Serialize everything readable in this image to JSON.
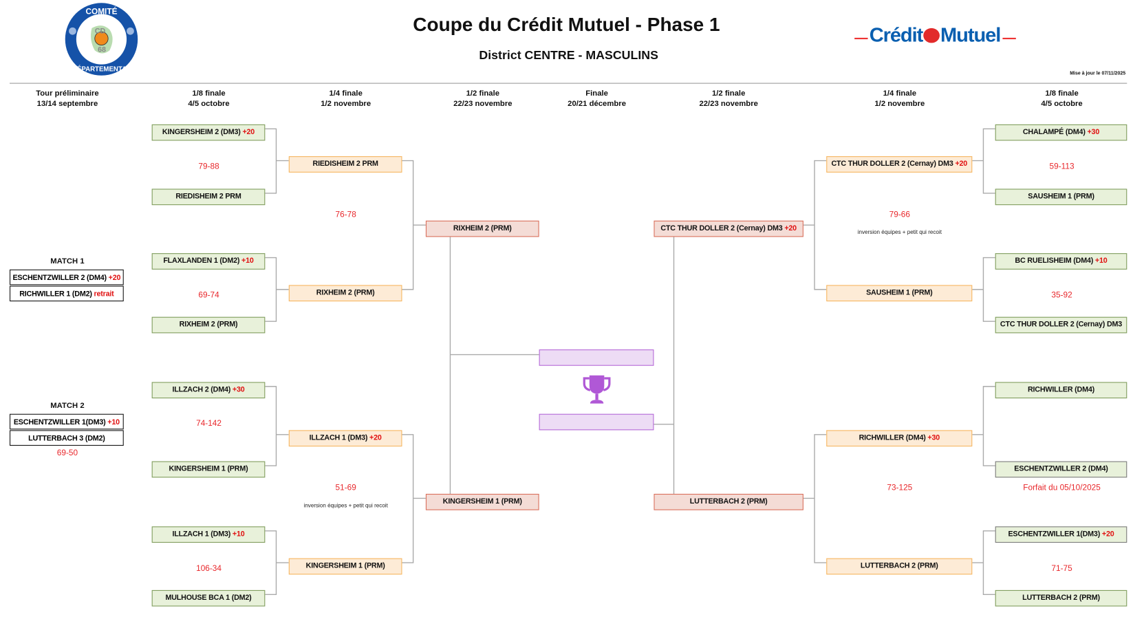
{
  "header": {
    "title": "Coupe du Crédit Mutuel - Phase 1",
    "subtitle": "District CENTRE - MASCULINS",
    "updated": "Mise à jour le 07/11/2025",
    "sponsor_part1": "Crédit",
    "sponsor_part2": "Mutuel",
    "logo_top": "COMITÉ",
    "logo_bottom": "DÉPARTEMENTAL",
    "logo_cd": "CD",
    "logo_num": "68"
  },
  "rounds": [
    {
      "name": "Tour préliminaire",
      "date": "13/14 septembre"
    },
    {
      "name": "1/8 finale",
      "date": "4/5 octobre"
    },
    {
      "name": "1/4 finale",
      "date": "1/2 novembre"
    },
    {
      "name": "1/2 finale",
      "date": "22/23 novembre"
    },
    {
      "name": "Finale",
      "date": "20/21 décembre"
    },
    {
      "name": "1/2 finale",
      "date": "22/23 novembre"
    },
    {
      "name": "1/4 finale",
      "date": "1/2 novembre"
    },
    {
      "name": "1/8 finale",
      "date": "4/5 octobre"
    }
  ],
  "prelim": {
    "match1": {
      "label": "MATCH 1",
      "teams": [
        {
          "name": "ESCHENTZWILLER 2 (DM4)",
          "bonus": "+20"
        },
        {
          "name": "RICHWILLER 1 (DM2)",
          "bonus": "retrait"
        }
      ]
    },
    "match2": {
      "label": "MATCH 2",
      "score": "69-50",
      "teams": [
        {
          "name": "ESCHENTZWILLER 1(DM3)",
          "bonus": "+10"
        },
        {
          "name": "LUTTERBACH 3 (DM2)",
          "bonus": ""
        }
      ]
    }
  },
  "left": {
    "r16": [
      {
        "name": "KINGERSHEIM 2 (DM3)",
        "bonus": "+20"
      },
      {
        "name": "RIEDISHEIM 2 PRM",
        "bonus": ""
      },
      {
        "name": "FLAXLANDEN 1 (DM2)",
        "bonus": "+10"
      },
      {
        "name": "RIXHEIM 2 (PRM)",
        "bonus": ""
      },
      {
        "name": "ILLZACH 2 (DM4)",
        "bonus": "+30"
      },
      {
        "name": "KINGERSHEIM 1 (PRM)",
        "bonus": ""
      },
      {
        "name": "ILLZACH 1 (DM3)",
        "bonus": "+10"
      },
      {
        "name": "MULHOUSE BCA 1 (DM2)",
        "bonus": ""
      }
    ],
    "r16_scores": [
      "79-88",
      "69-74",
      "74-142",
      "106-34"
    ],
    "qf": [
      {
        "name": "RIEDISHEIM 2 PRM",
        "bonus": ""
      },
      {
        "name": "RIXHEIM 2 (PRM)",
        "bonus": ""
      },
      {
        "name": "ILLZACH 1 (DM3)",
        "bonus": "+20"
      },
      {
        "name": "KINGERSHEIM 1 (PRM)",
        "bonus": ""
      }
    ],
    "qf_scores": [
      "76-78",
      "51-69"
    ],
    "qf_notes": [
      "",
      "inversion équipes + petit qui recoit"
    ],
    "sf": [
      {
        "name": "RIXHEIM 2 (PRM)",
        "bonus": ""
      },
      {
        "name": "KINGERSHEIM 1 (PRM)",
        "bonus": ""
      }
    ]
  },
  "right": {
    "r16": [
      {
        "name": "CHALAMPÉ (DM4)",
        "bonus": "+30"
      },
      {
        "name": "SAUSHEIM 1 (PRM)",
        "bonus": ""
      },
      {
        "name": "BC RUELISHEIM (DM4)",
        "bonus": "+10"
      },
      {
        "name": "CTC THUR DOLLER 2 (Cernay) DM3",
        "bonus": ""
      },
      {
        "name": "RICHWILLER  (DM4)",
        "bonus": ""
      },
      {
        "name": "ESCHENTZWILLER 2 (DM4)",
        "bonus": ""
      },
      {
        "name": "ESCHENTZWILLER 1(DM3)",
        "bonus": "+20"
      },
      {
        "name": "LUTTERBACH 2 (PRM)",
        "bonus": ""
      }
    ],
    "r16_scores": [
      "59-113",
      "35-92",
      "Forfait du 05/10/2025",
      "71-75"
    ],
    "qf": [
      {
        "name": "CTC THUR DOLLER 2 (Cernay) DM3",
        "bonus": "+20"
      },
      {
        "name": "SAUSHEIM 1 (PRM)",
        "bonus": ""
      },
      {
        "name": "RICHWILLER  (DM4)",
        "bonus": "+30"
      },
      {
        "name": "LUTTERBACH 2 (PRM)",
        "bonus": ""
      }
    ],
    "qf_scores": [
      "79-66",
      "73-125"
    ],
    "qf_notes": [
      "inversion équipes + petit qui recoit",
      ""
    ],
    "sf": [
      {
        "name": "CTC THUR DOLLER 2 (Cernay) DM3",
        "bonus": "+20"
      },
      {
        "name": "LUTTERBACH 2 (PRM)",
        "bonus": ""
      }
    ]
  },
  "colors": {
    "r16": "#e8f1da",
    "qf": "#fdebd6",
    "sf": "#f4dcd6",
    "final": "#eddcf5",
    "score": "#e8262a",
    "trophy": "#b058d6"
  }
}
